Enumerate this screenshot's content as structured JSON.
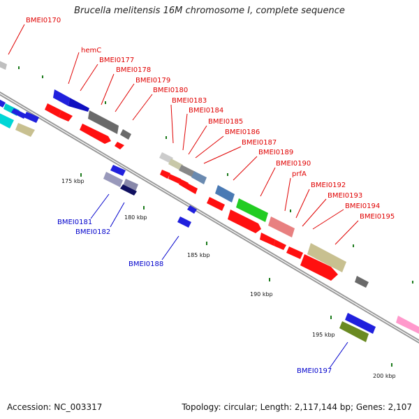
{
  "title": "Brucella melitensis 16M chromosome I, complete sequence",
  "footer": {
    "accession": "Accession: NC_003317",
    "topology": "Topology: circular; Length: 2,117,144 bp; Genes: 2,107"
  },
  "colors": {
    "backbone": "#8a8a8a",
    "forward_label": "#e00000",
    "reverse_label": "#0000cc",
    "tick": "#1a7a1a"
  },
  "scale_labels": [
    "175 kbp",
    "180 kbp",
    "185 kbp",
    "190 kbp",
    "195 kbp",
    "200 kbp"
  ],
  "gene_labels_top": [
    "BMEI0170",
    "hemC",
    "BMEI0177",
    "BMEI0178",
    "BMEI0179",
    "BMEI0180",
    "BMEI0183",
    "BMEI0184",
    "BMEI0185",
    "BMEI0186",
    "BMEI0187",
    "BMEI0189",
    "BMEI0190",
    "prfA",
    "BMEI0192",
    "BMEI0193",
    "BMEI0194",
    "BMEI0195"
  ],
  "gene_labels_bottom": [
    "BMEI0181",
    "BMEI0182",
    "BMEI0188",
    "BMEI0197"
  ]
}
